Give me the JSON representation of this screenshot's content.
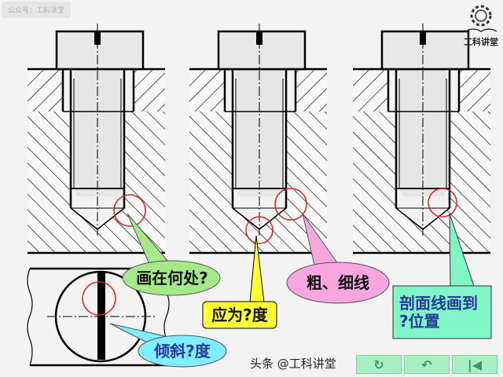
{
  "watermark": "公众号：工科讲堂",
  "logo": {
    "text": "工科讲堂"
  },
  "callouts": {
    "where": "画在何处?",
    "angle": "应为?度",
    "lines": "粗、细线",
    "hatch_line1": "剖面线画到",
    "hatch_line2": "?位置",
    "tilt": "倾斜?度"
  },
  "bottom_watermark": "头条 @工科讲堂",
  "nav": [
    {
      "icon": "return-icon",
      "glyph": "↻"
    },
    {
      "icon": "back-icon",
      "glyph": "↶"
    },
    {
      "icon": "first-icon",
      "glyph": "|◀"
    }
  ],
  "colors": {
    "green": "#a6e98a",
    "yellow": "#ffff33",
    "pink": "#f7a6e0",
    "aqua": "#7ff5c8",
    "cyan": "#7fefff",
    "red": "#e02020"
  }
}
